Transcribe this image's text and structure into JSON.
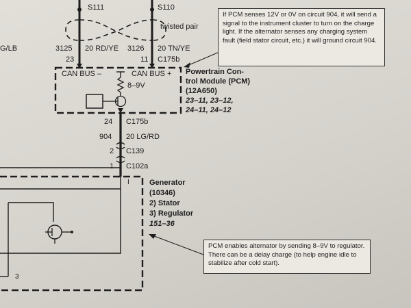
{
  "splices": {
    "left": "S111",
    "right": "S110"
  },
  "twisted_pair_label": "twisted pair",
  "left_edge_label": "G/LB",
  "circuits": {
    "can_minus": {
      "circuit": "3125",
      "wire": "20 RD/YE",
      "pin": "23"
    },
    "can_plus": {
      "circuit": "3126",
      "wire": "20 TN/YE",
      "pin": "11",
      "connector": "C175b"
    },
    "charge": {
      "pin": "24",
      "connector": "C175b",
      "circuit": "904",
      "wire": "20 LG/RD",
      "c139_pin": "2",
      "c139": "C139",
      "c102_pin": "1",
      "c102": "C102a"
    }
  },
  "pcm": {
    "can_minus": "CAN BUS –",
    "can_plus": "CAN BUS +",
    "voltage": "8–9V",
    "name_line1": "Powertrain Con-",
    "name_line2": "trol Module (PCM)",
    "part": "(12A650)",
    "refs_line1": "23–11, 23–12,",
    "refs_line2": "24–11, 24–12"
  },
  "generator": {
    "pin": "I",
    "title": "Generator",
    "part": "(10346)",
    "item2": "2)   Stator",
    "item3": "3)   Regulator",
    "ref": "151–36",
    "left_pin": "3"
  },
  "notes": {
    "top": "If PCM senses 12V or 0V on circuit 904, it will send a signal to the instrument cluster to turn on the charge light. If the alternator senses any charging system fault (field stator circuit, etc.) it will ground circuit 904.",
    "bottom": "PCM enables alternator by sending 8–9V to regulator. There can be a delay charge (to help engine idle to stabilize after cold start)."
  },
  "colors": {
    "ink": "#1d1d1d",
    "paper": "#dedbd5"
  }
}
